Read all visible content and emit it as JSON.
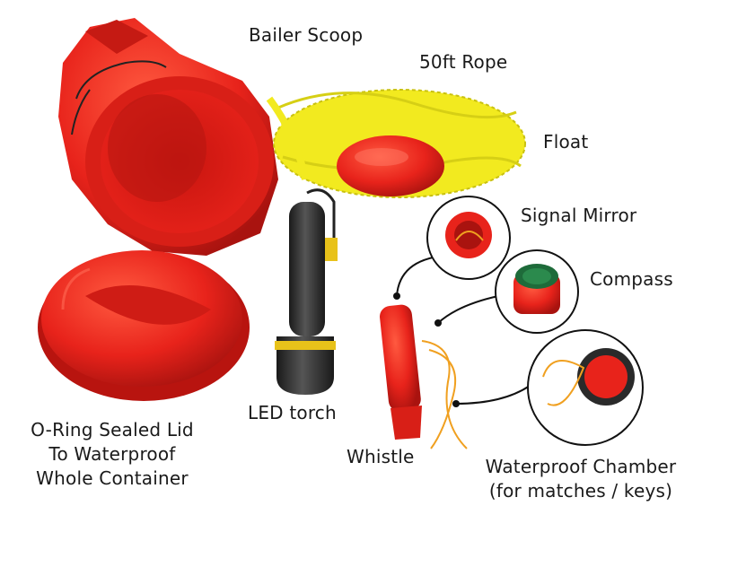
{
  "labels": {
    "bailer_scoop": "Bailer Scoop",
    "rope": "50ft Rope",
    "float": "Float",
    "signal_mirror": "Signal Mirror",
    "compass": "Compass",
    "lid_line1": "O-Ring Sealed Lid",
    "lid_line2": "To Waterproof",
    "lid_line3": "Whole Container",
    "led_torch": "LED torch",
    "whistle": "Whistle",
    "chamber_line1": "Waterproof Chamber",
    "chamber_line2": "(for matches / keys)"
  },
  "colors": {
    "product_red": "#e8231b",
    "product_red_dark": "#a9130f",
    "rope_yellow": "#f2ea1f",
    "torch_black": "#2a2a2a",
    "torch_yellow": "#e8c21a",
    "compass_green": "#1e6b3a",
    "cord_orange": "#f0a020",
    "background": "#ffffff"
  }
}
